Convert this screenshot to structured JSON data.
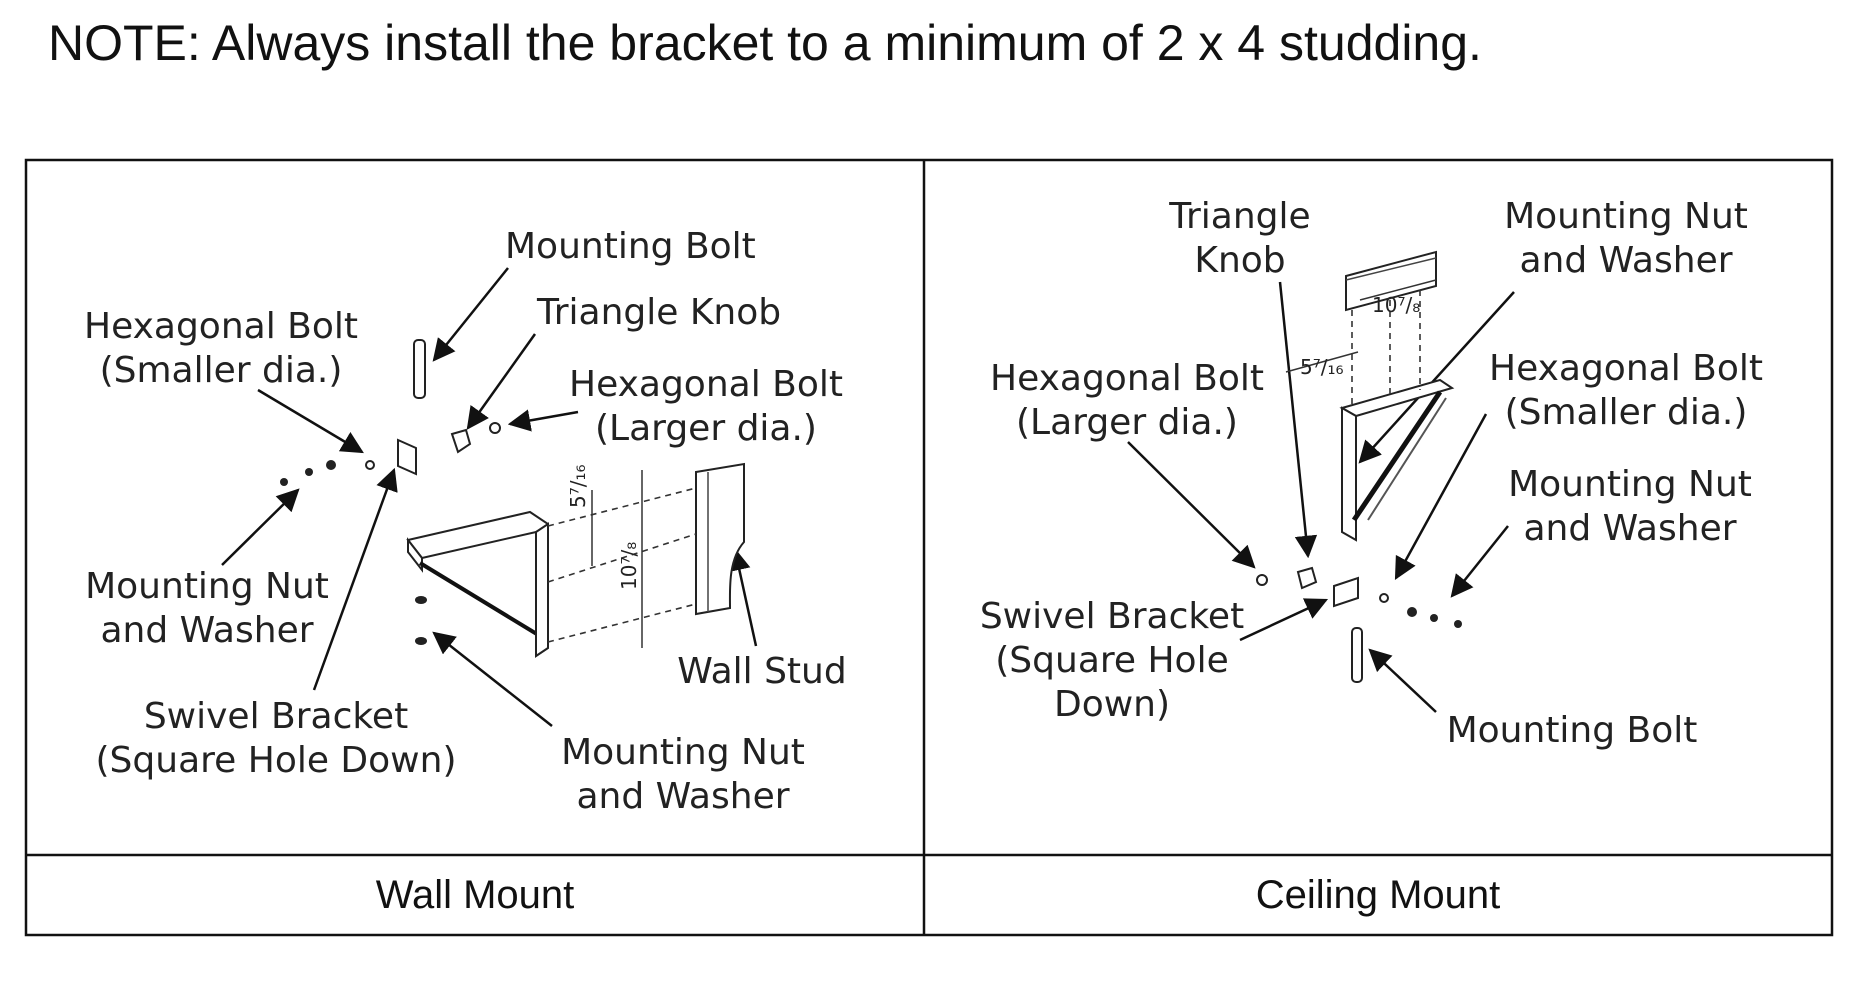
{
  "note": "NOTE: Always install the bracket to a minimum of 2 x 4 studding.",
  "wall": {
    "caption": "Wall Mount",
    "mounting_bolt": "Mounting Bolt",
    "triangle_knob": "Triangle Knob",
    "hex_small_1": "Hexagonal Bolt",
    "hex_small_2": "(Smaller dia.)",
    "hex_large_1": "Hexagonal Bolt",
    "hex_large_2": "(Larger dia.)",
    "nut_left_1": "Mounting Nut",
    "nut_left_2": "and Washer",
    "swivel_1": "Swivel Bracket",
    "swivel_2": "(Square Hole Down)",
    "nut_bottom_1": "Mounting Nut",
    "nut_bottom_2": "and Washer",
    "wall_stud": "Wall Stud",
    "dim_a": "5⁷/₁₆",
    "dim_b": "10⁷/₈"
  },
  "ceiling": {
    "caption": "Ceiling Mount",
    "triangle_knob_1": "Triangle",
    "triangle_knob_2": "Knob",
    "nut_top_1": "Mounting Nut",
    "nut_top_2": "and Washer",
    "hex_large_1": "Hexagonal Bolt",
    "hex_large_2": "(Larger dia.)",
    "hex_small_1": "Hexagonal Bolt",
    "hex_small_2": "(Smaller dia.)",
    "nut_mid_1": "Mounting Nut",
    "nut_mid_2": "and Washer",
    "swivel_1": "Swivel Bracket",
    "swivel_2": "(Square Hole",
    "swivel_3": "Down)",
    "mounting_bolt": "Mounting Bolt",
    "dim_a": "5⁷/₁₆",
    "dim_b": "10⁷/₈"
  }
}
